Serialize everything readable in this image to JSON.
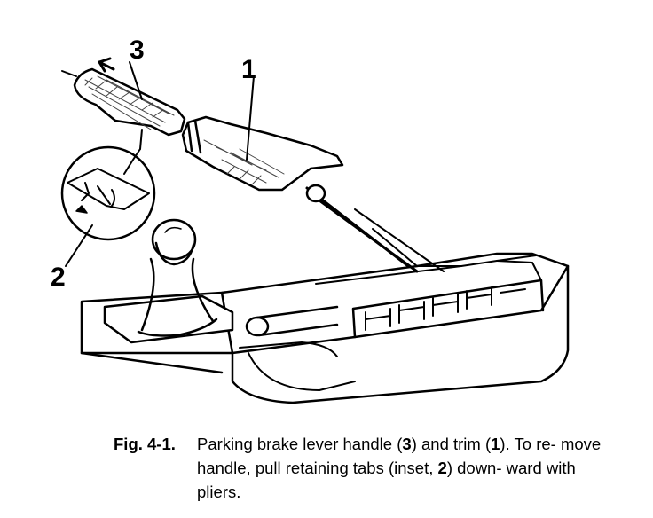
{
  "figure": {
    "callouts": {
      "one": "1",
      "two": "2",
      "three": "3"
    },
    "caption": {
      "figure_label": "Fig. 4-1.",
      "part1": "Parking brake lever handle (",
      "num3": "3",
      "part2": ") and trim (",
      "num1": "1",
      "part3": "). To re- move handle, pull retaining tabs (inset, ",
      "num2": "2",
      "part4": ") down- ward with pliers."
    }
  }
}
